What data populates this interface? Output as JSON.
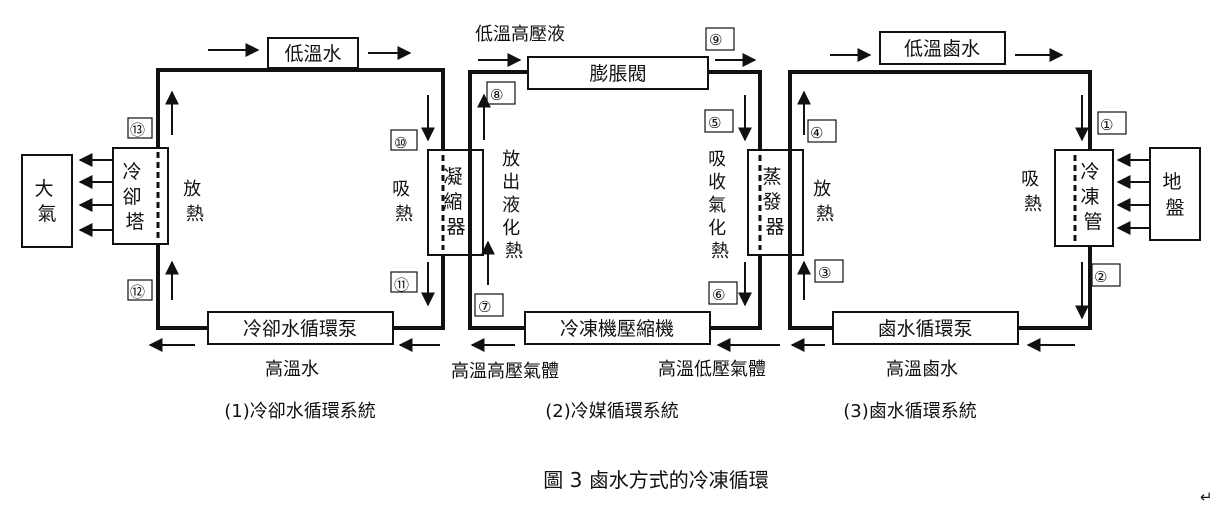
{
  "figure": {
    "caption": "圖 3  鹵水方式的冷凍循環",
    "corner_mark": "↵"
  },
  "cooling_water": {
    "subtitle": "(1)冷卻水循環系統",
    "top_label": "低溫水",
    "bottom_label": "高溫水",
    "pump": "冷卻水循環泵",
    "tower": "冷卻塔",
    "atmosphere": "大氣",
    "release_heat": "放熱",
    "absorb_heat": "吸熱",
    "marker_13": "⑬",
    "marker_12": "⑫",
    "marker_10": "⑩",
    "marker_11": "⑪"
  },
  "refrigerant": {
    "subtitle": "(2)冷媒循環系統",
    "top_label": "低溫高壓液",
    "bottom_left_label": "高溫高壓氣體",
    "bottom_right_label": "高溫低壓氣體",
    "expansion_valve": "膨脹閥",
    "compressor": "冷凍機壓縮機",
    "condenser": "凝縮器",
    "evaporator": "蒸發器",
    "release_liquefy": "放出液化熱",
    "absorb_vaporize": "吸收氣化熱",
    "marker_8": "⑧",
    "marker_9": "⑨",
    "marker_7": "⑦",
    "marker_5": "⑤",
    "marker_6": "⑥"
  },
  "brine": {
    "subtitle": "(3)鹵水循環系統",
    "top_label": "低溫鹵水",
    "bottom_label": "高溫鹵水",
    "pump": "鹵水循環泵",
    "freeze_pipe": "冷凍管",
    "ground": "地盤",
    "release_heat": "放熱",
    "absorb_heat": "吸熱",
    "marker_4": "④",
    "marker_3": "③",
    "marker_1": "①",
    "marker_2": "②"
  }
}
